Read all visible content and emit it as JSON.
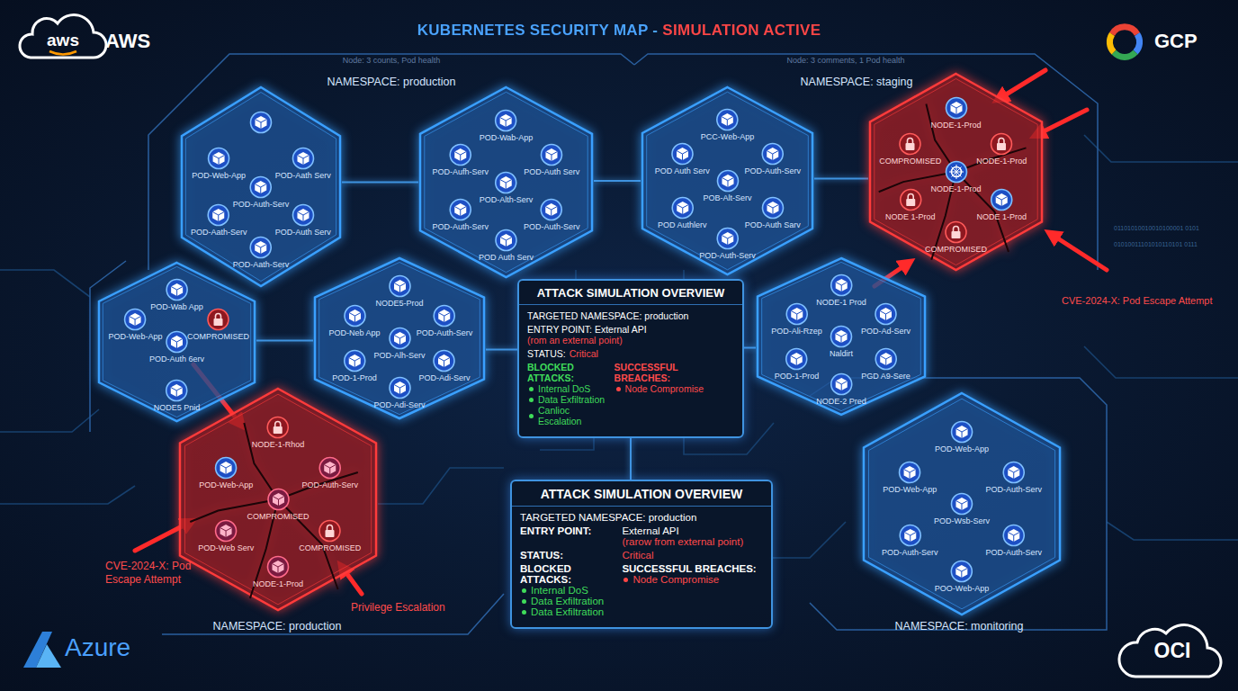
{
  "diagram": {
    "title": "KUBERNETES SECURITY MAP - SIMULATION ACTIVE",
    "nodes": [
      {
        "text": []
      },
      {
        "text": [
          "POD-Web-App"
        ],
        "in": 0
      },
      {
        "text": [
          "POD-Aath Serv"
        ],
        "in": 0
      },
      {
        "text": [
          "POD-Auth-Serv"
        ],
        "in": 0
      },
      {
        "text": [
          "POD-Aath-Serv"
        ],
        "in": 0
      },
      {
        "text": [
          "POD-Auth Serv"
        ],
        "in": 0
      },
      {
        "text": [
          "POD-Aath-Serv"
        ],
        "in": 0
      },
      {
        "text": []
      },
      {
        "text": [
          "POD-Wab-App"
        ],
        "in": 7
      },
      {
        "text": [
          "POD-Aufh-Serv"
        ],
        "in": 7
      },
      {
        "text": [
          "POD-Alth-Serv"
        ],
        "in": 7
      },
      {
        "text": [
          "POD-Auth Serv"
        ],
        "in": 7
      },
      {
        "text": [
          "POD-Auth-Serv"
        ],
        "in": 7
      },
      {
        "text": [
          "POD-Auth-Serv"
        ],
        "in": 7
      },
      {
        "text": [
          "POD Auth Serv"
        ],
        "in": 7
      },
      {
        "text": []
      },
      {
        "text": [
          "PCC-Web-App"
        ],
        "in": 15
      },
      {
        "text": [
          "POD Auth Serv"
        ],
        "in": 15
      },
      {
        "text": [
          "POB-Alt-Serv"
        ],
        "in": 15
      },
      {
        "text": [
          "POD-Auth-Serv"
        ],
        "in": 15
      },
      {
        "text": [
          "POD Authlerv"
        ],
        "in": 15
      },
      {
        "text": [
          "POD-Auth Sarv"
        ],
        "in": 15
      },
      {
        "text": [
          "POD-Auth-Serv"
        ],
        "in": 15
      },
      {
        "text": []
      },
      {
        "text": [
          "NODE-1-Prod"
        ],
        "in": 23
      },
      {
        "text": [
          "COMPROMISED"
        ],
        "in": 23
      },
      {
        "text": [
          "NODE-1-Prod"
        ],
        "in": 23
      },
      {
        "text": [
          "NODE-1-Prod"
        ],
        "in": 23
      },
      {
        "text": [
          "NODE 1-Prod"
        ],
        "in": 23
      },
      {
        "text": [
          "NODE 1-Prod"
        ],
        "in": 23
      },
      {
        "text": [
          "COMPROMISED"
        ],
        "in": 23
      },
      {
        "text": []
      },
      {
        "text": [
          "POD-Wab App"
        ],
        "in": 31
      },
      {
        "text": [
          "POD-Web-App"
        ],
        "in": 31
      },
      {
        "text": [
          "COMPROMISED"
        ],
        "in": 31
      },
      {
        "text": [
          "POD-Auth 6erv"
        ],
        "in": 31
      },
      {
        "text": [
          "NODE5 Pnid"
        ],
        "in": 31
      },
      {
        "text": []
      },
      {
        "text": [
          "NODE5-Prod"
        ],
        "in": 37
      },
      {
        "text": [
          "POD-Neb App"
        ],
        "in": 37
      },
      {
        "text": [
          "POD-Alh-Serv"
        ],
        "in": 37
      },
      {
        "text": [
          "POD-Auth-Serv"
        ],
        "in": 37
      },
      {
        "text": [
          "POD-1-Prod"
        ],
        "in": 37
      },
      {
        "text": [
          "POD-Adi-Serv"
        ],
        "in": 37
      },
      {
        "text": [
          "POD-Adi-Serv"
        ],
        "in": 37
      },
      {
        "text": [
          "ATTACK SIMULATION OVERVIEW",
          "TARGETED NAMESPACE: production",
          "ENTRY POINT: External API",
          "(rom an external point)",
          "STATUS:",
          "Critical",
          "BLOCKED ATTACKS:",
          "Internal DoS",
          "Data Exfiltration",
          "Canlioc Escalation",
          "SUCCESSFUL BREACHES:",
          "Node Compromise"
        ]
      },
      {
        "text": []
      },
      {
        "text": [
          "NODE-1 Prod"
        ],
        "in": 46
      },
      {
        "text": [
          "POD-Ali-Rzep"
        ],
        "in": 46
      },
      {
        "text": [
          "Naldirt"
        ],
        "in": 46
      },
      {
        "text": [
          "POD-Ad-Serv"
        ],
        "in": 46
      },
      {
        "text": [
          "POD-1-Prod"
        ],
        "in": 46
      },
      {
        "text": [
          "PGD A9-Sere"
        ],
        "in": 46
      },
      {
        "text": [
          "NODE-2 Pred"
        ],
        "in": 46
      },
      {
        "text": []
      },
      {
        "text": [
          "NODE-1-Rhod"
        ],
        "in": 54
      },
      {
        "text": [
          "POD-Web-App"
        ],
        "in": 54
      },
      {
        "text": [
          "POD-Auth-Serv"
        ],
        "in": 54
      },
      {
        "text": [
          "COMPROMISED"
        ],
        "in": 54
      },
      {
        "text": [
          "POD-Web Serv"
        ],
        "in": 54
      },
      {
        "text": [
          "COMPROMISED"
        ],
        "in": 54
      },
      {
        "text": [
          "NODE-1-Prod"
        ],
        "in": 54
      },
      {
        "text": [
          "ATTACK SIMULATION OVERVIEW",
          "TARGETED NAMESPACE: production",
          "ENTRY POINT:",
          "External API",
          "(rarow from external point)",
          "STATUS:",
          "Critical",
          "BLOCKED ATTACKS:",
          "Internal DoS",
          "Data Exfiltration",
          "Data Exfiltration",
          "SUCCESSFUL BREACHES:",
          "Node Compromise"
        ]
      },
      {
        "text": []
      },
      {
        "text": [
          "POD-Web-App"
        ],
        "in": 63
      },
      {
        "text": [
          "POD-Web-App"
        ],
        "in": 63
      },
      {
        "text": [
          "POD-Wsb-Serv"
        ],
        "in": 63
      },
      {
        "text": [
          "POD-Auth-Serv"
        ],
        "in": 63
      },
      {
        "text": [
          "POD-Auth-Serv"
        ],
        "in": 63
      },
      {
        "text": [
          "POD-Auth-Serv"
        ],
        "in": 63
      },
      {
        "text": [
          "POO-Web-App"
        ],
        "in": 63
      }
    ],
    "edges": [
      {
        "from": 0,
        "to": 7,
        "arrow": "none"
      },
      {
        "from": 7,
        "to": 15,
        "arrow": "none"
      },
      {
        "from": 15,
        "to": 23,
        "arrow": "none"
      },
      {
        "from": 31,
        "to": 37,
        "arrow": "none"
      },
      {
        "from": 37,
        "to": 45,
        "arrow": "none"
      },
      {
        "from": 45,
        "to": 46,
        "arrow": "none"
      },
      {
        "from": 45,
        "to": 62,
        "arrow": "none"
      }
    ],
    "labels": [
      "Node: 3 counts, Pod health",
      "NAMESPACE: production",
      "Node: 3 comments, 1 Pod health",
      "NAMESPACE: staging",
      "CVE-2024-X: Pod Escape Attempt",
      "CVE-2024-X: Pod Escape Attempt",
      "Privilege Escalation",
      "NAMESPACE: production",
      "NAMESPACE: monitoring",
      "aws",
      "AWS",
      "GCP",
      "Azure",
      "OCI",
      "01101010010010100001 0101",
      "01010011101010110101 0111"
    ]
  }
}
